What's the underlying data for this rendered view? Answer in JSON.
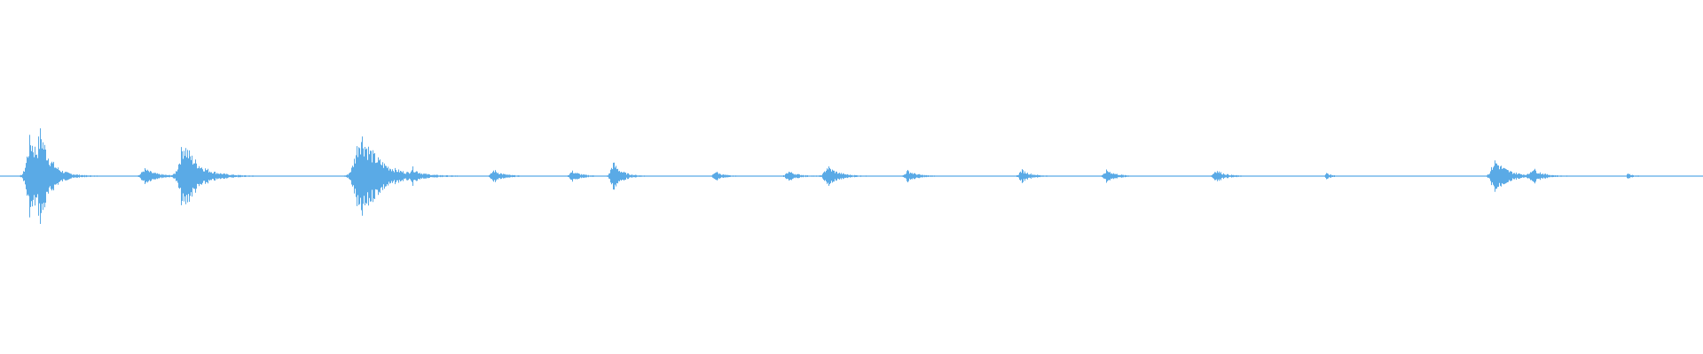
{
  "waveform": {
    "color": "#5aaae6",
    "baseline_color": "#5aaae6",
    "duration_fraction_segments": [
      {
        "center": 0.018,
        "amp": 0.66,
        "width": 0.006
      },
      {
        "center": 0.024,
        "amp": 0.48,
        "width": 0.004
      },
      {
        "center": 0.085,
        "amp": 0.12,
        "width": 0.005
      },
      {
        "center": 0.108,
        "amp": 0.56,
        "width": 0.007
      },
      {
        "center": 0.212,
        "amp": 0.72,
        "width": 0.009
      },
      {
        "center": 0.242,
        "amp": 0.1,
        "width": 0.003
      },
      {
        "center": 0.29,
        "amp": 0.1,
        "width": 0.004
      },
      {
        "center": 0.336,
        "amp": 0.08,
        "width": 0.004
      },
      {
        "center": 0.36,
        "amp": 0.22,
        "width": 0.004
      },
      {
        "center": 0.42,
        "amp": 0.08,
        "width": 0.003
      },
      {
        "center": 0.463,
        "amp": 0.08,
        "width": 0.004
      },
      {
        "center": 0.486,
        "amp": 0.16,
        "width": 0.005
      },
      {
        "center": 0.533,
        "amp": 0.09,
        "width": 0.004
      },
      {
        "center": 0.6,
        "amp": 0.1,
        "width": 0.004
      },
      {
        "center": 0.65,
        "amp": 0.1,
        "width": 0.004
      },
      {
        "center": 0.714,
        "amp": 0.1,
        "width": 0.004
      },
      {
        "center": 0.779,
        "amp": 0.05,
        "width": 0.002
      },
      {
        "center": 0.878,
        "amp": 0.26,
        "width": 0.006
      },
      {
        "center": 0.9,
        "amp": 0.12,
        "width": 0.004
      },
      {
        "center": 0.956,
        "amp": 0.04,
        "width": 0.002
      }
    ]
  }
}
